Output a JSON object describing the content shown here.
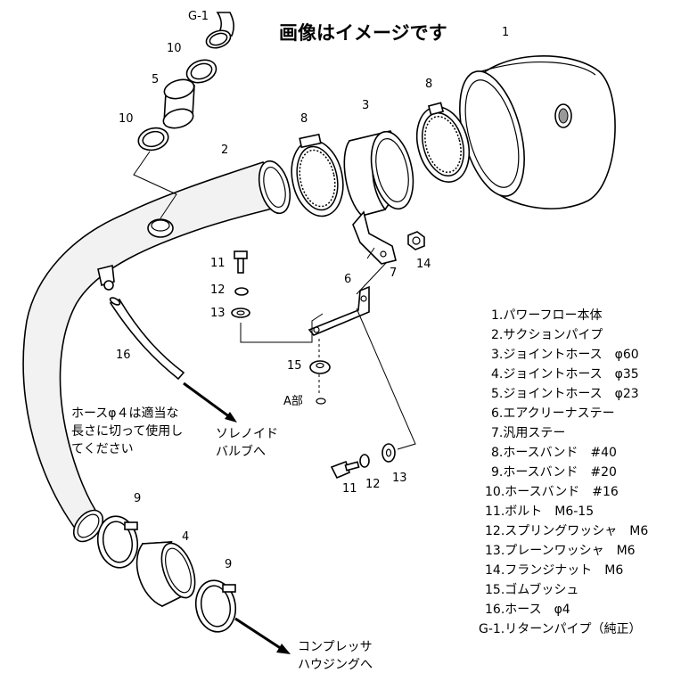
{
  "title": "画像はイメージです",
  "callouts": {
    "g1": "G-1",
    "p10a": "10",
    "p5": "5",
    "p10b": "10",
    "p2": "2",
    "p8a": "8",
    "p3": "3",
    "p8b": "8",
    "p1": "1",
    "p11a": "11",
    "p12a": "12",
    "p13a": "13",
    "p6": "6",
    "p7": "7",
    "p14": "14",
    "p16": "16",
    "p15": "15",
    "a_part": "A部",
    "p11b": "11",
    "p12b": "12",
    "p13b": "13",
    "p9a": "9",
    "p4": "4",
    "p9b": "9"
  },
  "notes": {
    "hose_line1": "ホースφ４は適当な",
    "hose_line2": "長さに切って使用し",
    "hose_line3": "てください",
    "solenoid_line1": "ソレノイド",
    "solenoid_line2": "バルブへ",
    "compressor_line1": "コンプレッサ",
    "compressor_line2": "ハウジングへ"
  },
  "legend": [
    "1.パワーフロー本体",
    "2.サクションパイプ",
    "3.ジョイントホース　φ60",
    "4.ジョイントホース　φ35",
    "5.ジョイントホース　φ23",
    "6.エアクリーナステー",
    "7.汎用ステー",
    "8.ホースバンド　#40",
    "9.ホースバンド　#20",
    "10.ホースバンド　#16",
    "11.ボルト　M6-15",
    "12.スプリングワッシャ　M6",
    "13.プレーンワッシャ　M6",
    "14.フランジナット　M6",
    "15.ゴムブッシュ",
    "16.ホース　φ4",
    "G-1.リターンパイプ（純正）"
  ]
}
